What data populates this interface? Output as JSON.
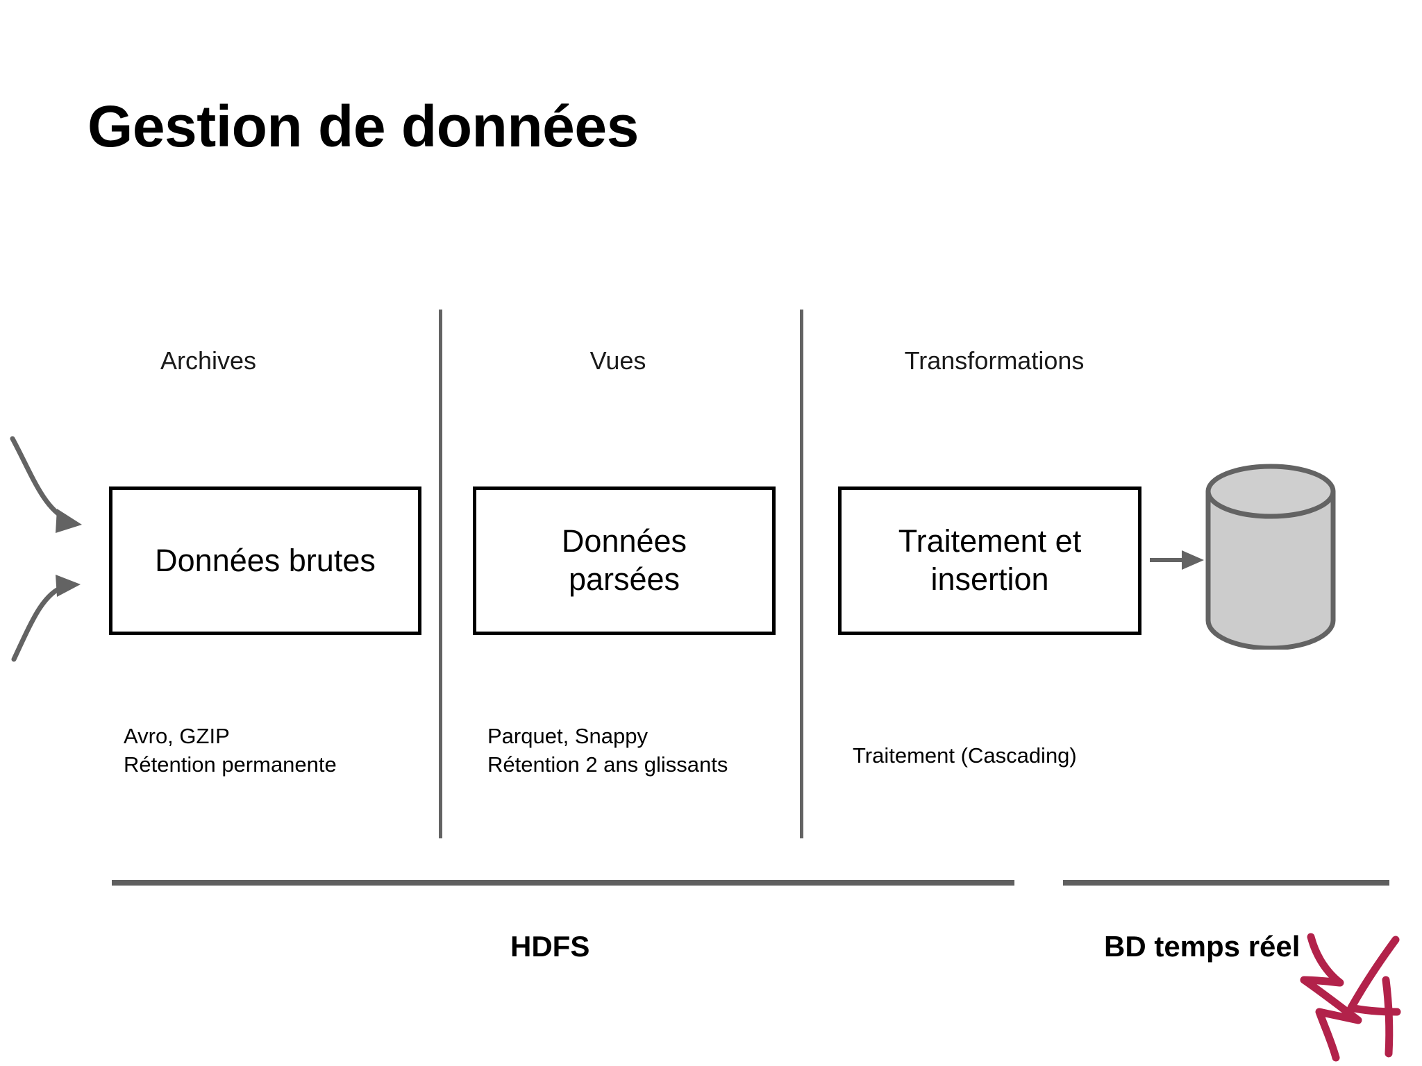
{
  "slide": {
    "title": "Gestion de données",
    "background_color": "#ffffff"
  },
  "columns": [
    {
      "header": "Archives"
    },
    {
      "header": "Vues"
    },
    {
      "header": "Transformations"
    }
  ],
  "stages": [
    {
      "box_label": "Données brutes",
      "caption": "Avro, GZIP\nRétention permanente"
    },
    {
      "box_label": "Données\nparsées",
      "caption": "Parquet, Snappy\nRétention 2 ans glissants"
    },
    {
      "box_label": "Traitement et\ninsertion",
      "caption": "Traitement (Cascading)"
    }
  ],
  "database": {
    "icon": "database-cylinder-icon",
    "fill_color": "#cccccc",
    "stroke_color": "#636363"
  },
  "arrows": {
    "to_database": "arrow-right-icon",
    "inputs": [
      "curved-arrow-down-right-icon",
      "curved-arrow-up-right-icon"
    ],
    "color": "#636363"
  },
  "zones": [
    {
      "label": "HDFS",
      "rule_color": "#5f5f5f"
    },
    {
      "label": "BD temps réel",
      "rule_color": "#5f5f5f"
    }
  ],
  "annotation": {
    "type": "handwritten-scribble",
    "color": "#b2224a"
  },
  "dividers": {
    "color": "#636363"
  }
}
